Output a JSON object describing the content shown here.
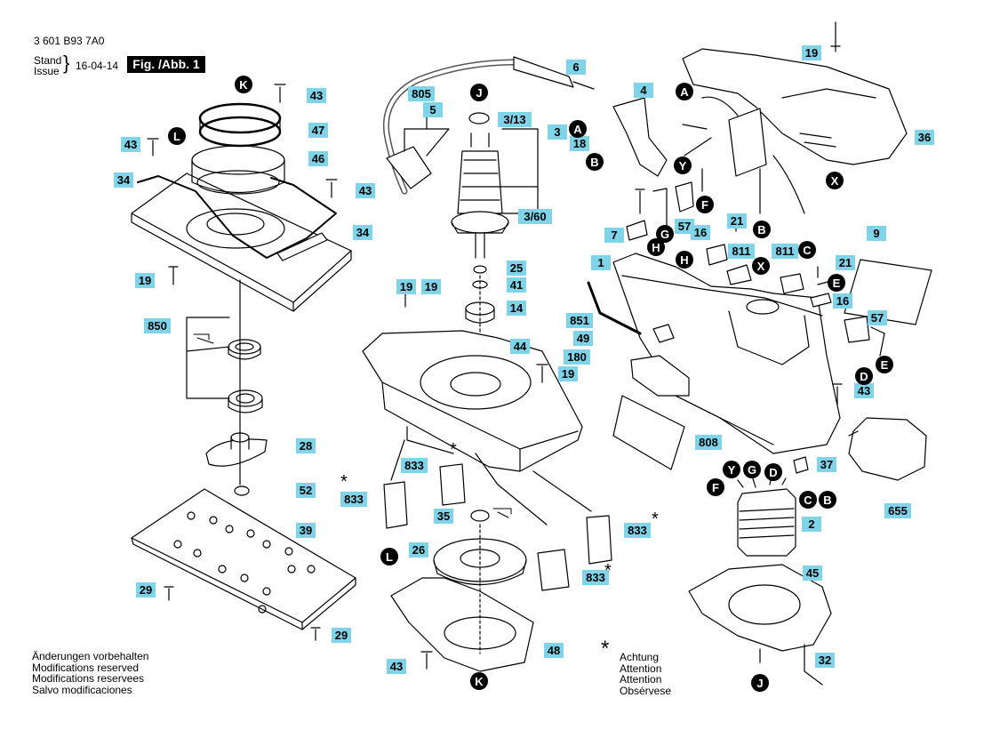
{
  "header": {
    "doc_number": "3 601 B93 7A0",
    "stand_label": "Stand",
    "issue_label": "Issue",
    "date": "16-04-14",
    "figure": "Fig. /Abb. 1"
  },
  "footer_left": [
    "Änderungen vorbehalten",
    "Modifications reserved",
    "Modifications reservees",
    "Salvo modificaciones"
  ],
  "footer_right": [
    "Achtung",
    "Attention",
    "Attention",
    "Obsérvese"
  ],
  "colors": {
    "label_bg": "#7fd4ea",
    "ink": "#000000"
  },
  "part_labels": [
    "43",
    "47",
    "46",
    "43",
    "43",
    "34",
    "34",
    "19",
    "850",
    "28",
    "52",
    "39",
    "29",
    "29",
    "805",
    "5",
    "6",
    "4",
    "3/13",
    "3",
    "18",
    "3/60",
    "25",
    "41",
    "14",
    "19",
    "44",
    "19",
    "19",
    "833",
    "833",
    "35",
    "26",
    "833",
    "833",
    "48",
    "43",
    "36",
    "19",
    "7",
    "57",
    "21",
    "16",
    "811",
    "811",
    "21",
    "1",
    "16",
    "851",
    "49",
    "180",
    "57",
    "43",
    "9",
    "808",
    "37",
    "2",
    "655",
    "45",
    "32"
  ],
  "marker_letters": [
    "K",
    "L",
    "J",
    "A",
    "B",
    "A",
    "Y",
    "G",
    "F",
    "H",
    "H",
    "B",
    "C",
    "X",
    "E",
    "D",
    "E",
    "X",
    "Y",
    "G",
    "D",
    "F",
    "C",
    "B",
    "L",
    "J",
    "K"
  ],
  "asterisk": "*"
}
